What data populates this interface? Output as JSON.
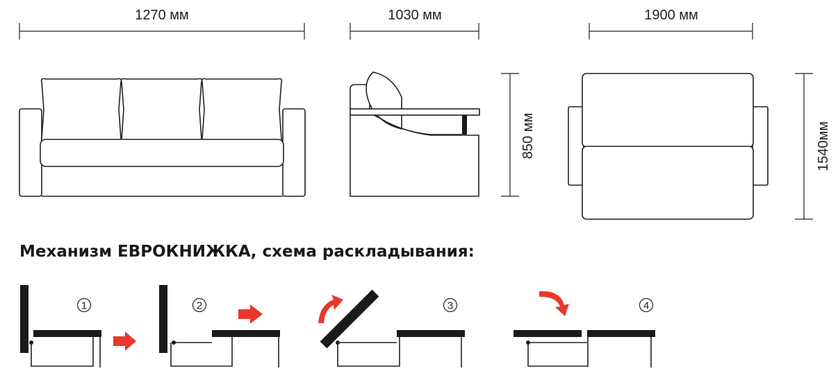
{
  "dimensions": {
    "front_width": "1270 мм",
    "side_depth": "1030 мм",
    "top_length": "1900 мм",
    "side_height": "850 мм",
    "top_width": "1540мм"
  },
  "mechanism": {
    "title": "Механизм ЕВРОКНИЖКА, схема раскладывания:",
    "steps": [
      {
        "number": "1"
      },
      {
        "number": "2"
      },
      {
        "number": "3"
      },
      {
        "number": "4"
      }
    ]
  },
  "colors": {
    "line": "#222222",
    "arrow": "#e8392b",
    "fill_dark": "#1a1a1a"
  }
}
